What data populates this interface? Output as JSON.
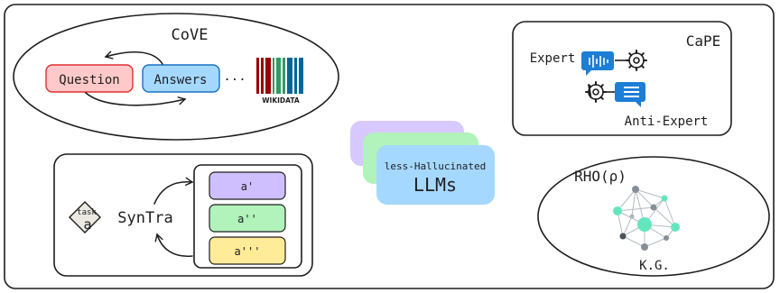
{
  "cove": {
    "title": "CoVE",
    "question": "Question",
    "answers": "Answers",
    "ellipsis": "···",
    "wikidata": "WIKIDATA"
  },
  "cape": {
    "title": "CaPE",
    "expert": "Expert",
    "anti_expert": "Anti-Expert"
  },
  "center": {
    "line1": "less-Hallucinated",
    "line2": "LLMs"
  },
  "syntra": {
    "task_top": "task",
    "task_bottom": "a",
    "label": "SynTra",
    "items": [
      "a'",
      "a''",
      "a'''"
    ]
  },
  "rho": {
    "title": "RHO(ρ)",
    "caption": "K.G."
  },
  "colors": {
    "question_fill": "#ffc9c9",
    "question_stroke": "#e03131",
    "answers_fill": "#a5d8ff",
    "answers_stroke": "#1971c2",
    "item1_fill": "#d0bfff",
    "item2_fill": "#b2f2bb",
    "item3_fill": "#ffec99",
    "card_purple": "#d0bfff",
    "card_green": "#b2f2bb",
    "card_blue": "#a5d8ff",
    "chat_blue": "#1c7ed6",
    "kg_teal": "#63e6be",
    "kg_gray": "#868e96"
  }
}
